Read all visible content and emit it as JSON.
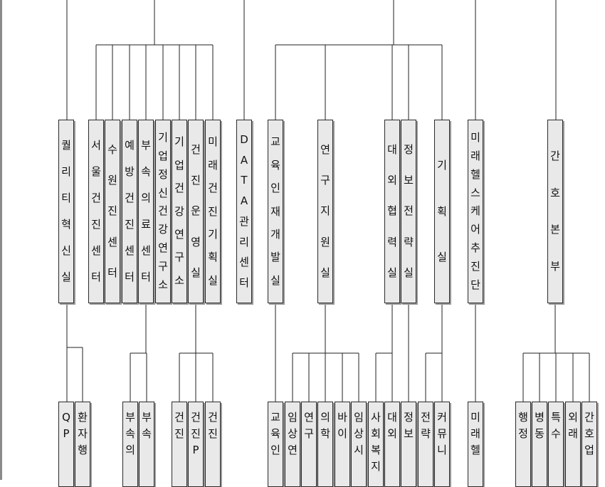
{
  "top_units": [
    {
      "id": "quality",
      "label": "퀄리티혁신실"
    },
    {
      "id": "seoul",
      "label": "서울건진센터"
    },
    {
      "id": "suwon",
      "label": "수원진센터"
    },
    {
      "id": "yebang",
      "label": "예방건진센터"
    },
    {
      "id": "busok",
      "label": "부속의료센터"
    },
    {
      "id": "mental",
      "label": "기업정신건강연구소"
    },
    {
      "id": "corphealth",
      "label": "기업건강연구소"
    },
    {
      "id": "checkup",
      "label": "건진운영실"
    },
    {
      "id": "future_plan",
      "label": "미래건진기획실"
    },
    {
      "id": "data",
      "label": "DATA관리센터"
    },
    {
      "id": "education",
      "label": "교육인재개발실"
    },
    {
      "id": "research",
      "label": "연구지원실"
    },
    {
      "id": "external",
      "label": "대외협력실"
    },
    {
      "id": "strategy",
      "label": "정보전략실"
    },
    {
      "id": "planning",
      "label": "기획실"
    },
    {
      "id": "futurehealth",
      "label": "미래헬스케어추진단"
    },
    {
      "id": "nursing",
      "label": "간호본부"
    }
  ],
  "bottom_units": [
    {
      "id": "qp",
      "label": "QP"
    },
    {
      "id": "patient",
      "label": "환자행"
    },
    {
      "id": "bu1",
      "label": "부속의"
    },
    {
      "id": "bu2",
      "label": "부속"
    },
    {
      "id": "gj1",
      "label": "건진"
    },
    {
      "id": "gj2",
      "label": "건진P"
    },
    {
      "id": "gj3",
      "label": "건진"
    },
    {
      "id": "edu",
      "label": "교육인"
    },
    {
      "id": "clin",
      "label": "임상연"
    },
    {
      "id": "res",
      "label": "연구"
    },
    {
      "id": "med",
      "label": "의학"
    },
    {
      "id": "bio",
      "label": "바이"
    },
    {
      "id": "clinsi",
      "label": "임상시"
    },
    {
      "id": "social",
      "label": "사회복지"
    },
    {
      "id": "ext",
      "label": "대외"
    },
    {
      "id": "info",
      "label": "정보"
    },
    {
      "id": "strat",
      "label": "전략"
    },
    {
      "id": "comm",
      "label": "커뮤니"
    },
    {
      "id": "future",
      "label": "미래헬"
    },
    {
      "id": "admin",
      "label": "행정"
    },
    {
      "id": "ward",
      "label": "병동"
    },
    {
      "id": "special",
      "label": "특수"
    },
    {
      "id": "outpat",
      "label": "외래"
    },
    {
      "id": "nursework",
      "label": "간호업"
    }
  ]
}
